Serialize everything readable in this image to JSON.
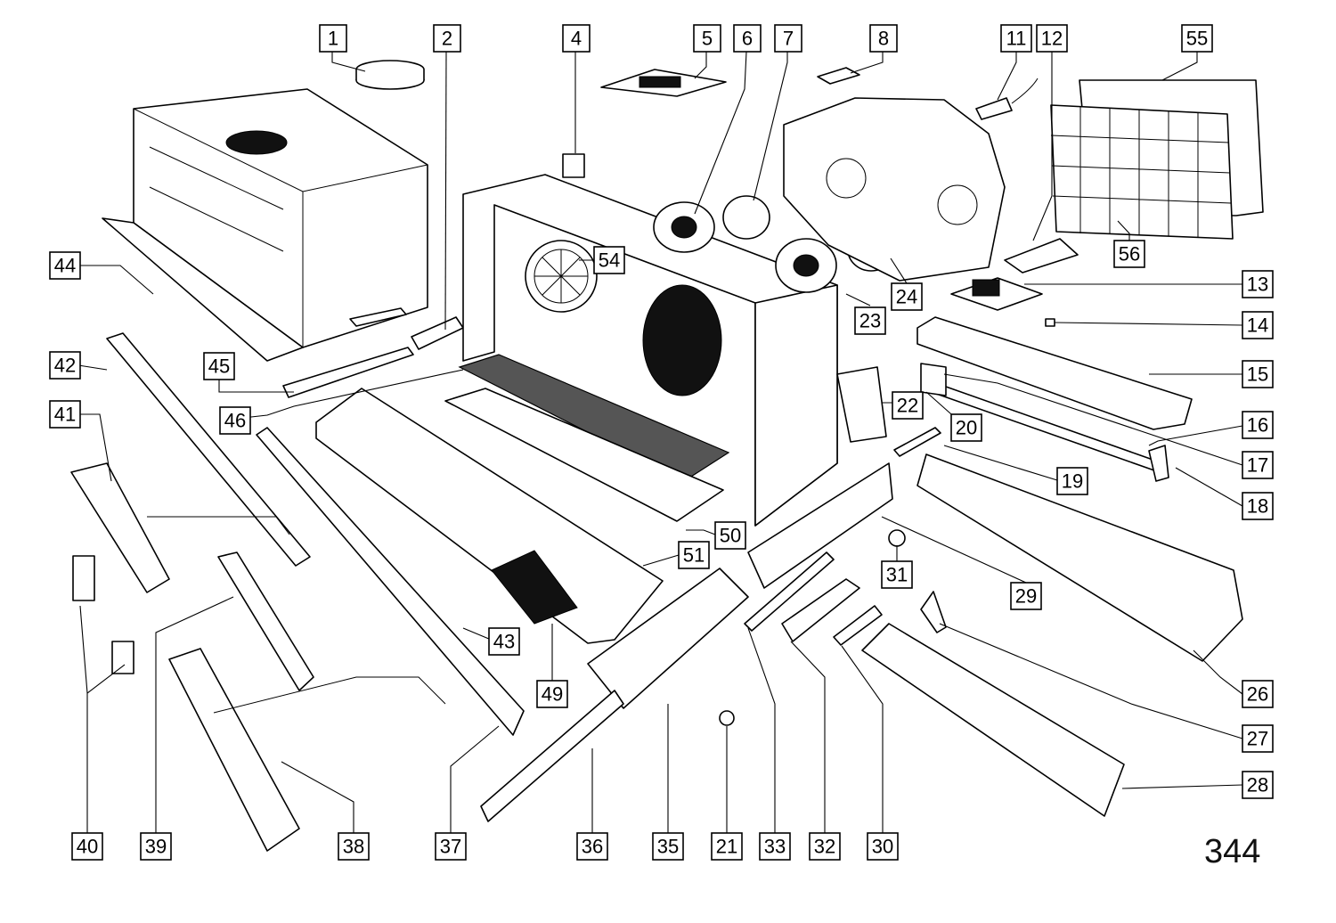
{
  "page_number": "344",
  "callouts": [
    "1",
    "2",
    "4",
    "5",
    "6",
    "7",
    "8",
    "11",
    "12",
    "55",
    "44",
    "54",
    "24",
    "56",
    "13",
    "14",
    "23",
    "45",
    "42",
    "15",
    "22",
    "41",
    "46",
    "20",
    "16",
    "19",
    "17",
    "50",
    "18",
    "51",
    "31",
    "29",
    "43",
    "49",
    "26",
    "27",
    "28",
    "40",
    "39",
    "38",
    "37",
    "36",
    "35",
    "21",
    "33",
    "32",
    "30"
  ],
  "icons": [
    "range-hood-exploded-view"
  ]
}
